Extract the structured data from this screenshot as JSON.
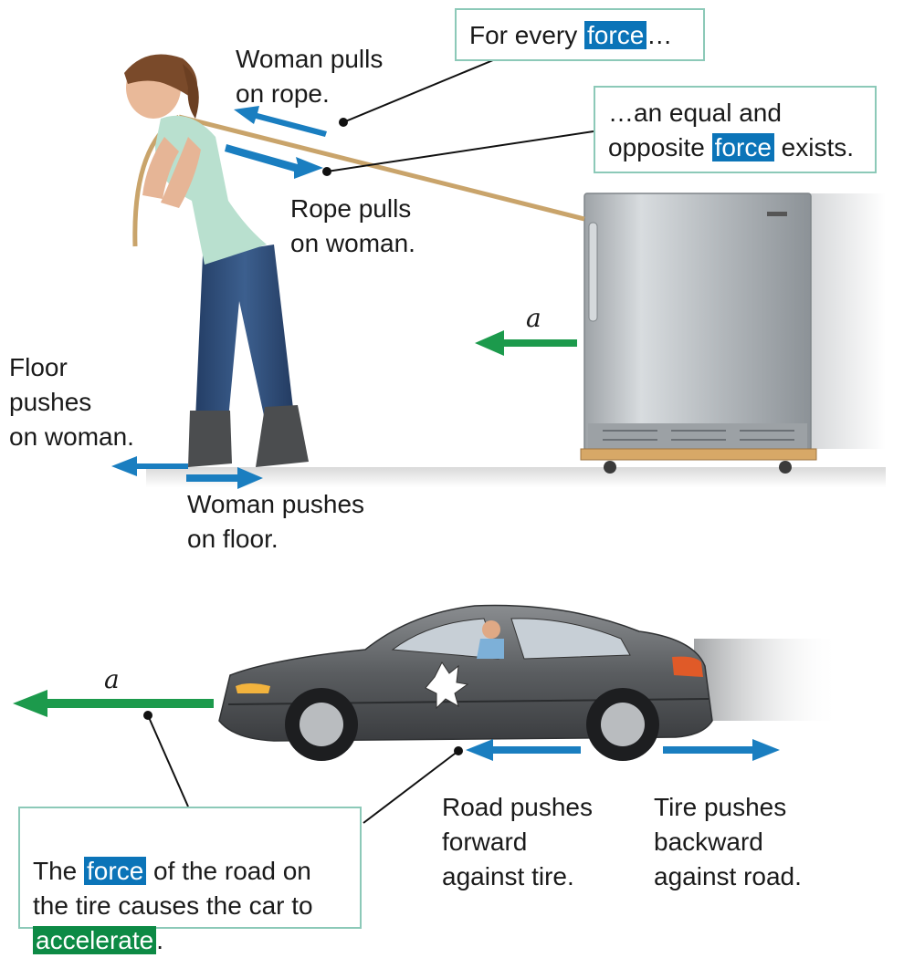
{
  "colors": {
    "force_arrow": "#1a7ec0",
    "acceleration_arrow": "#1c9a4c",
    "callout_border": "#8cc9b8",
    "highlight_blue": "#0b74b8",
    "highlight_green": "#0d8a45"
  },
  "top_panel": {
    "callout_every": {
      "prefix": "For every ",
      "term": "force",
      "suffix": "…"
    },
    "callout_equal": {
      "line1": "…an equal and",
      "prefix": "opposite ",
      "term": "force",
      "suffix": "exists."
    },
    "woman_pulls_label": "Woman pulls\non rope.",
    "rope_pulls_label": "Rope pulls\non woman.",
    "floor_pushes_label": "Floor\npushes\non woman.",
    "woman_pushes_label": "Woman pushes\non floor.",
    "acceleration_symbol": "a"
  },
  "bottom_panel": {
    "acceleration_symbol": "a",
    "road_pushes_label": "Road pushes\nforward\nagainst tire.",
    "tire_pushes_label": "Tire pushes\nbackward\nagainst road.",
    "callout": {
      "prefix": "The ",
      "term_force": "force",
      "middle": " of the road on\nthe tire causes the car to\n",
      "term_accel": "accelerate",
      "suffix": "."
    }
  }
}
